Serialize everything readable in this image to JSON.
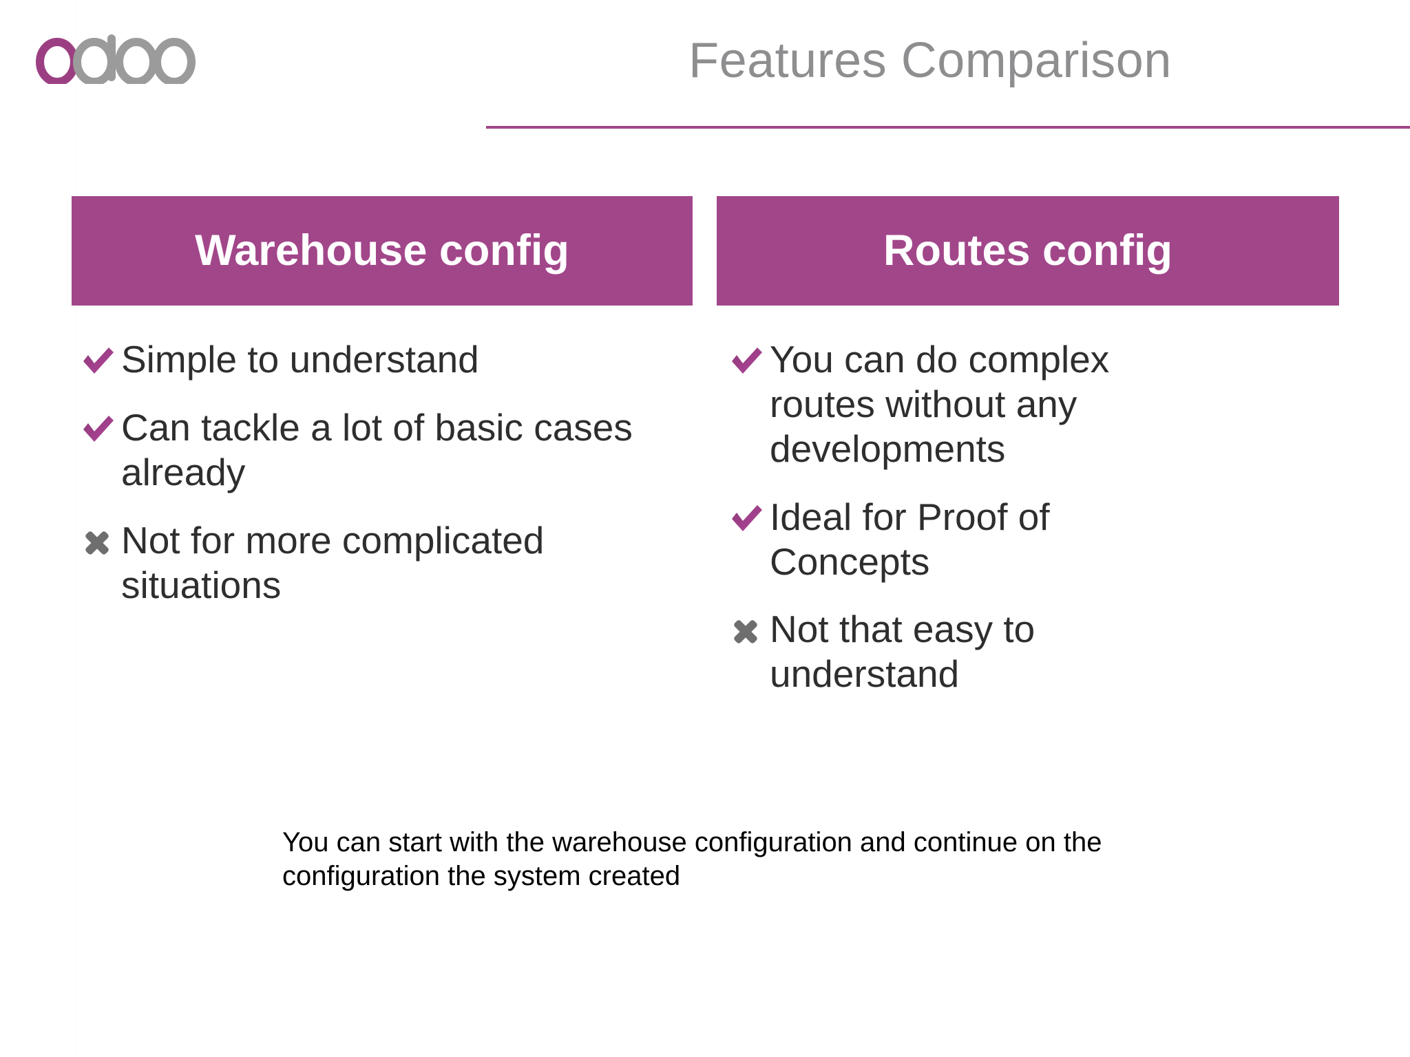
{
  "brand": {
    "logo_text": "odoo",
    "accent_color": "#a2468a",
    "logo_first_letter_color": "#9c3f82",
    "logo_rest_color": "#9b9b9b"
  },
  "header": {
    "title": "Features Comparison",
    "title_color": "#8e8e90",
    "rule_color": "#a2468a"
  },
  "columns": [
    {
      "id": "warehouse-config",
      "header": "Warehouse config",
      "header_bg": "#a2468a",
      "header_text_color": "#ffffff",
      "bullets": [
        {
          "icon": "check-icon",
          "icon_color": "#a2468a",
          "text": "Simple to understand"
        },
        {
          "icon": "check-icon",
          "icon_color": "#a2468a",
          "text": "Can tackle a lot of basic cases already"
        },
        {
          "icon": "cross-icon",
          "icon_color": "#6e6e6e",
          "text": "Not for more complicated situations"
        }
      ]
    },
    {
      "id": "routes-config",
      "header": "Routes config",
      "header_bg": "#a2468a",
      "header_text_color": "#ffffff",
      "bullets": [
        {
          "icon": "check-icon",
          "icon_color": "#a2468a",
          "text": "You can do complex routes without any developments"
        },
        {
          "icon": "check-icon",
          "icon_color": "#a2468a",
          "text": "Ideal for Proof of Concepts"
        },
        {
          "icon": "cross-icon",
          "icon_color": "#6e6e6e",
          "text": "Not that easy to understand"
        }
      ]
    }
  ],
  "footnote": {
    "text": "You can start with the warehouse configuration and continue on the configuration the system created"
  }
}
